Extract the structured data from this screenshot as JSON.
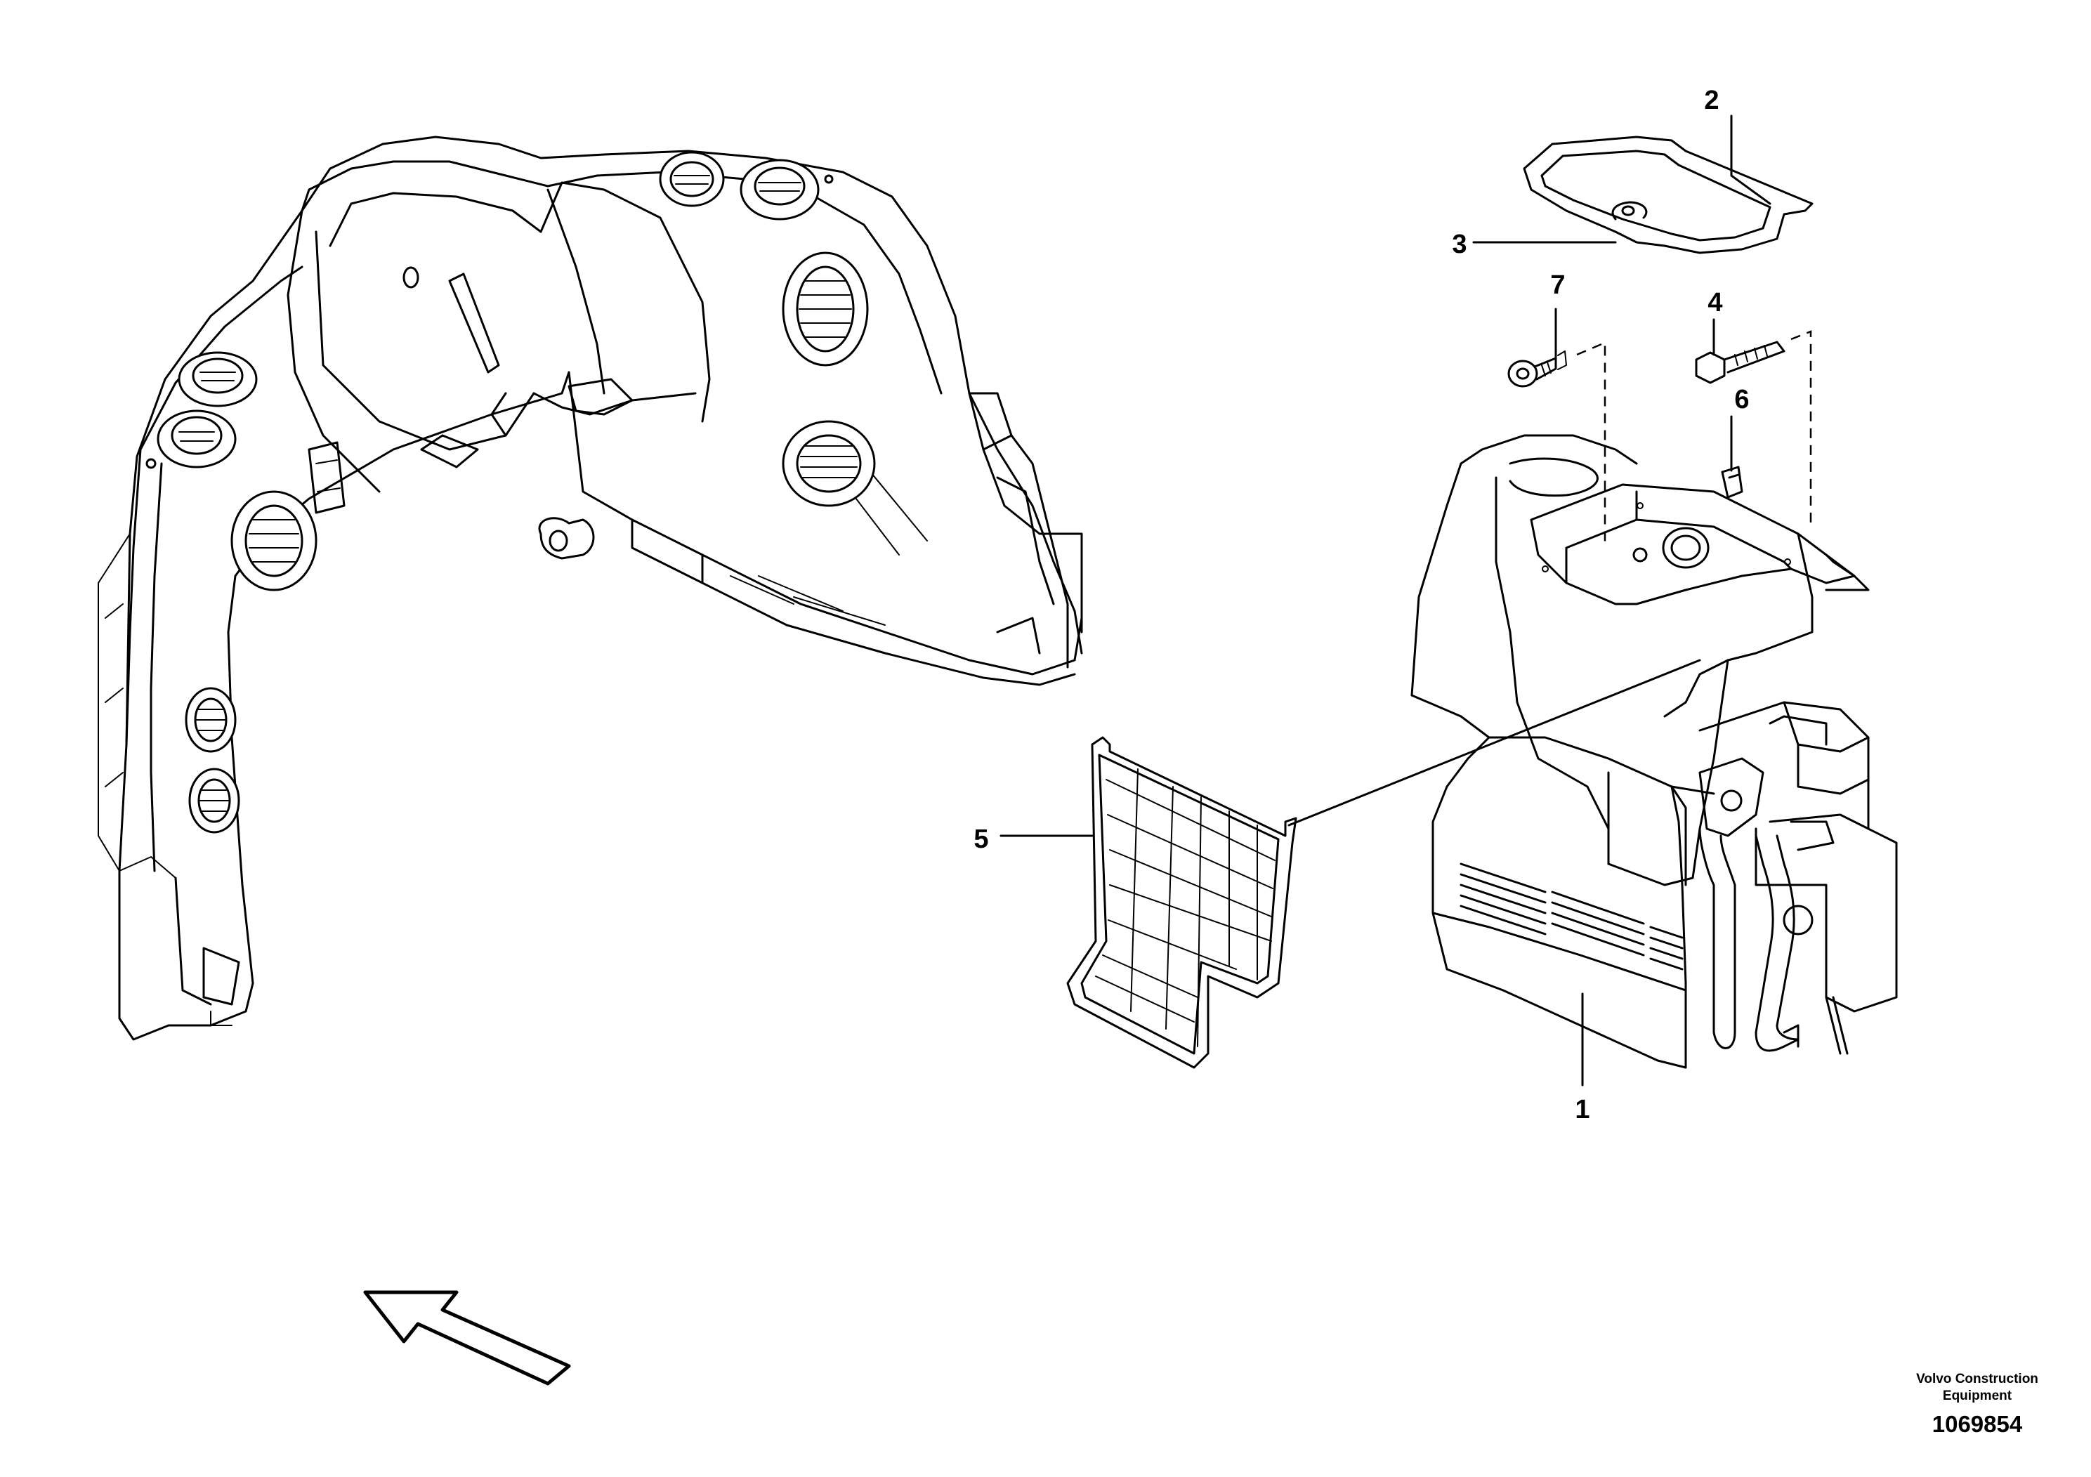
{
  "diagram": {
    "callouts": [
      {
        "id": "1",
        "label": "1"
      },
      {
        "id": "2",
        "label": "2"
      },
      {
        "id": "3",
        "label": "3"
      },
      {
        "id": "4",
        "label": "4"
      },
      {
        "id": "5",
        "label": "5"
      },
      {
        "id": "6",
        "label": "6"
      },
      {
        "id": "7",
        "label": "7"
      }
    ],
    "manufacturer_line1": "Volvo Construction",
    "manufacturer_line2": "Equipment",
    "reference_number": "1069854"
  }
}
